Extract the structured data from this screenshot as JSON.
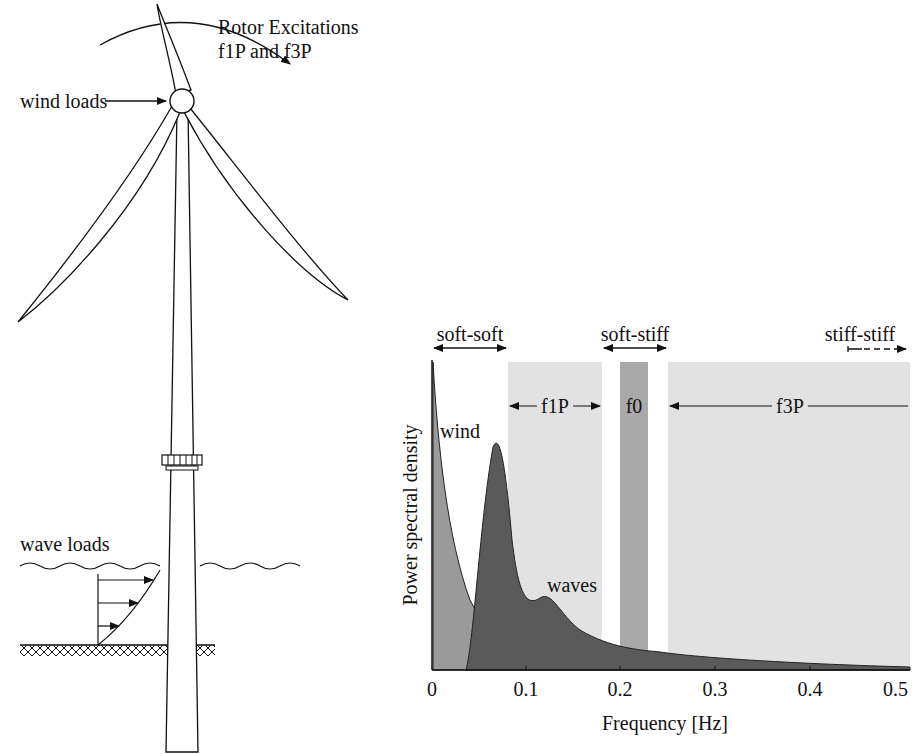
{
  "diagram": {
    "labels": [
      "Rotor Excitations",
      "f1P and f3P",
      "wind loads",
      "wave loads",
      "soft-soft",
      "soft-stiff",
      "stiff-stiff",
      "wind",
      "f1P",
      "f0",
      "f3P",
      "waves",
      "Power spectral density",
      "0",
      "0.1",
      "0.2",
      "0.3",
      "0.4",
      "0.5",
      "Frequency [Hz]"
    ]
  }
}
